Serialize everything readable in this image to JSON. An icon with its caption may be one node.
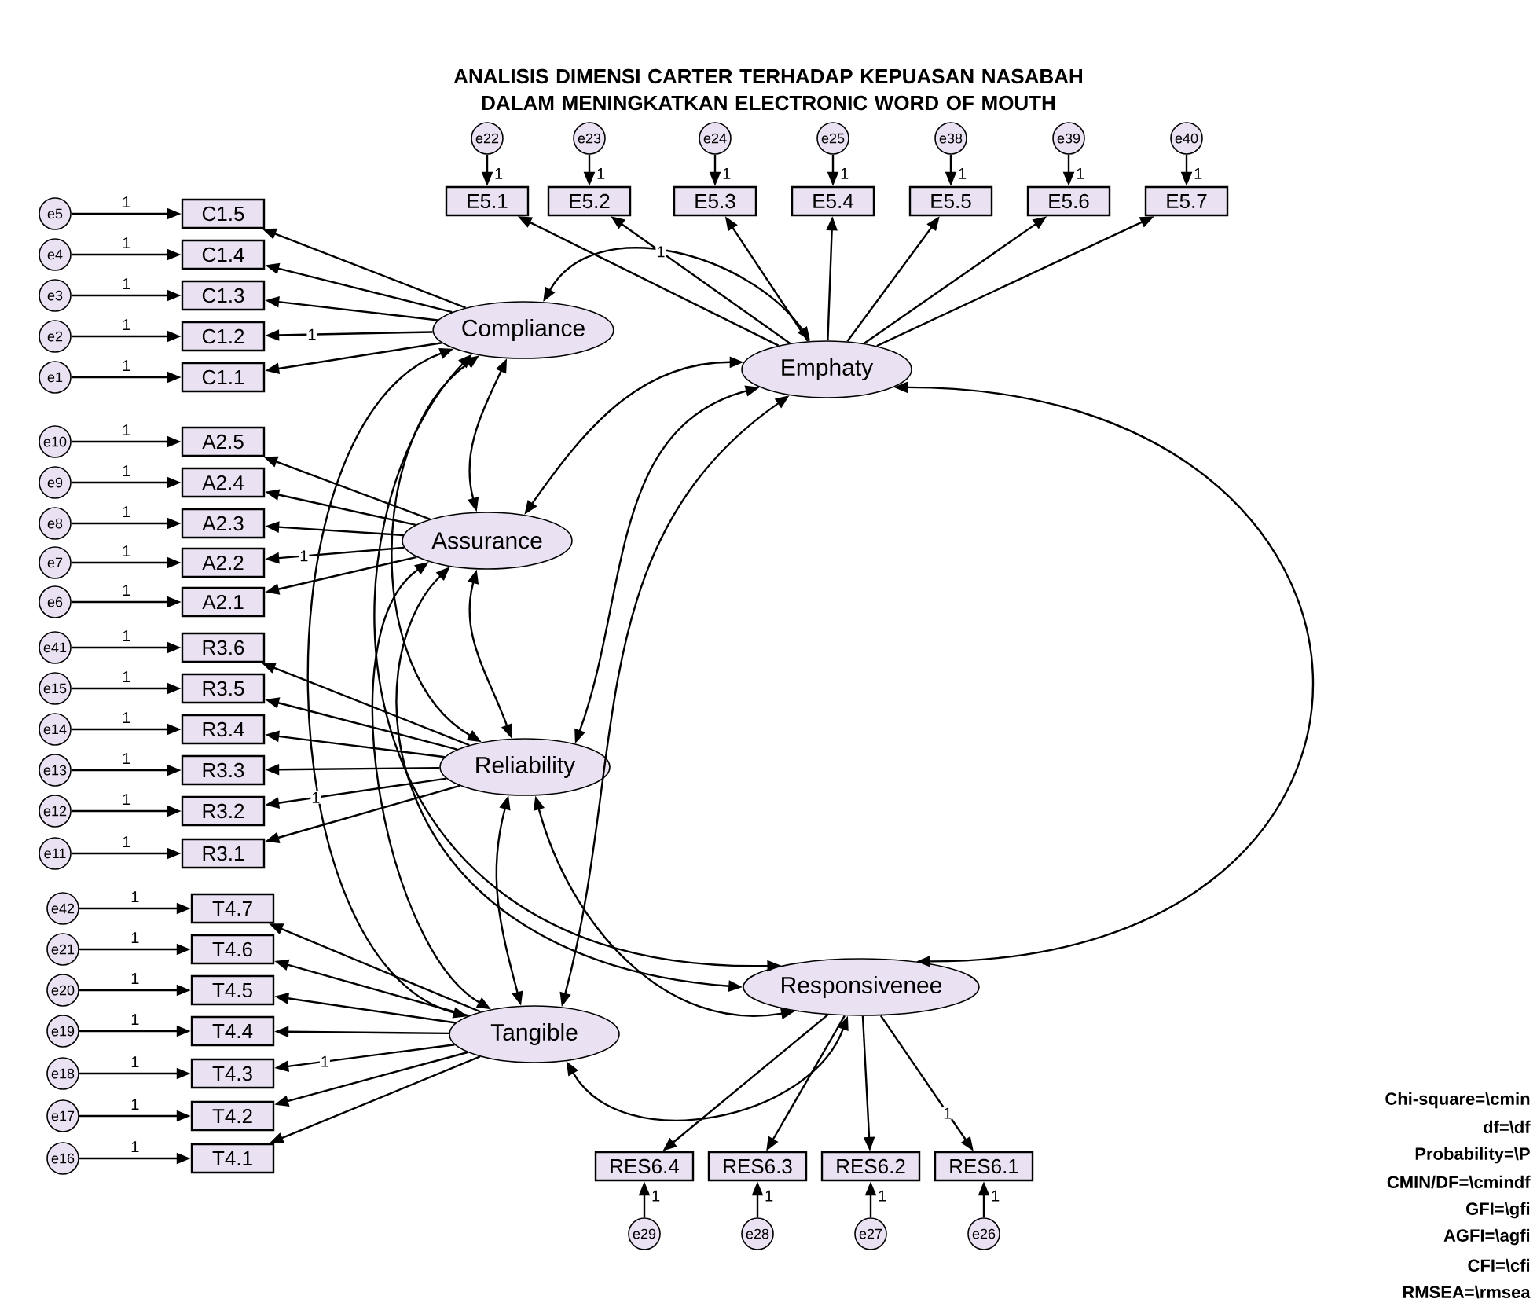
{
  "diagram": {
    "title": "ANALISIS DIMENSI CARTER TERHADAP KEPUASAN NASABAH DALAM MENINGKATKAN ELECTRONIC WORD OF MOUTH",
    "nodes": [
      {
        "text": [
          "e22"
        ]
      },
      {
        "text": [
          "e23"
        ]
      },
      {
        "text": [
          "e24"
        ]
      },
      {
        "text": [
          "e25"
        ]
      },
      {
        "text": [
          "e38"
        ]
      },
      {
        "text": [
          "e39"
        ]
      },
      {
        "text": [
          "e40"
        ]
      },
      {
        "text": [
          "E5.1"
        ]
      },
      {
        "text": [
          "E5.2"
        ]
      },
      {
        "text": [
          "E5.3"
        ]
      },
      {
        "text": [
          "E5.4"
        ]
      },
      {
        "text": [
          "E5.5"
        ]
      },
      {
        "text": [
          "E5.6"
        ]
      },
      {
        "text": [
          "E5.7"
        ]
      },
      {
        "text": [
          "e5"
        ]
      },
      {
        "text": [
          "e4"
        ]
      },
      {
        "text": [
          "e3"
        ]
      },
      {
        "text": [
          "e2"
        ]
      },
      {
        "text": [
          "e1"
        ]
      },
      {
        "text": [
          "C1.5"
        ]
      },
      {
        "text": [
          "C1.4"
        ]
      },
      {
        "text": [
          "C1.3"
        ]
      },
      {
        "text": [
          "C1.2"
        ]
      },
      {
        "text": [
          "C1.1"
        ]
      },
      {
        "text": [
          "Compliance"
        ]
      },
      {
        "text": [
          "Emphaty"
        ]
      },
      {
        "text": [
          "e10"
        ]
      },
      {
        "text": [
          "e9"
        ]
      },
      {
        "text": [
          "e8"
        ]
      },
      {
        "text": [
          "e7"
        ]
      },
      {
        "text": [
          "e6"
        ]
      },
      {
        "text": [
          "A2.5"
        ]
      },
      {
        "text": [
          "A2.4"
        ]
      },
      {
        "text": [
          "A2.3"
        ]
      },
      {
        "text": [
          "A2.2"
        ]
      },
      {
        "text": [
          "A2.1"
        ]
      },
      {
        "text": [
          "Assurance"
        ]
      },
      {
        "text": [
          "e41"
        ]
      },
      {
        "text": [
          "e15"
        ]
      },
      {
        "text": [
          "e14"
        ]
      },
      {
        "text": [
          "e13"
        ]
      },
      {
        "text": [
          "e12"
        ]
      },
      {
        "text": [
          "e11"
        ]
      },
      {
        "text": [
          "R3.6"
        ]
      },
      {
        "text": [
          "R3.5"
        ]
      },
      {
        "text": [
          "R3.4"
        ]
      },
      {
        "text": [
          "R3.3"
        ]
      },
      {
        "text": [
          "R3.2"
        ]
      },
      {
        "text": [
          "R3.1"
        ]
      },
      {
        "text": [
          "Reliability"
        ]
      },
      {
        "text": [
          "e42"
        ]
      },
      {
        "text": [
          "e21"
        ]
      },
      {
        "text": [
          "e20"
        ]
      },
      {
        "text": [
          "e19"
        ]
      },
      {
        "text": [
          "e18"
        ]
      },
      {
        "text": [
          "e17"
        ]
      },
      {
        "text": [
          "e16"
        ]
      },
      {
        "text": [
          "T4.7"
        ]
      },
      {
        "text": [
          "T4.6"
        ]
      },
      {
        "text": [
          "T4.5"
        ]
      },
      {
        "text": [
          "T4.4"
        ]
      },
      {
        "text": [
          "T4.3"
        ]
      },
      {
        "text": [
          "T4.2"
        ]
      },
      {
        "text": [
          "T4.1"
        ]
      },
      {
        "text": [
          "Tangible"
        ]
      },
      {
        "text": [
          "Responsivenee"
        ]
      },
      {
        "text": [
          "RES6.4"
        ]
      },
      {
        "text": [
          "RES6.3"
        ]
      },
      {
        "text": [
          "RES6.2"
        ]
      },
      {
        "text": [
          "RES6.1"
        ]
      },
      {
        "text": [
          "e29"
        ]
      },
      {
        "text": [
          "e28"
        ]
      },
      {
        "text": [
          "e27"
        ]
      },
      {
        "text": [
          "e26"
        ]
      }
    ],
    "edges": [
      {
        "from": 0,
        "to": 7,
        "arrow": "to",
        "label": "1"
      },
      {
        "from": 1,
        "to": 8,
        "arrow": "to",
        "label": "1"
      },
      {
        "from": 2,
        "to": 9,
        "arrow": "to",
        "label": "1"
      },
      {
        "from": 3,
        "to": 10,
        "arrow": "to",
        "label": "1"
      },
      {
        "from": 4,
        "to": 11,
        "arrow": "to",
        "label": "1"
      },
      {
        "from": 5,
        "to": 12,
        "arrow": "to",
        "label": "1"
      },
      {
        "from": 6,
        "to": 13,
        "arrow": "to",
        "label": "1"
      },
      {
        "from": 14,
        "to": 19,
        "arrow": "to",
        "label": "1"
      },
      {
        "from": 15,
        "to": 20,
        "arrow": "to",
        "label": "1"
      },
      {
        "from": 16,
        "to": 21,
        "arrow": "to",
        "label": "1"
      },
      {
        "from": 17,
        "to": 22,
        "arrow": "to",
        "label": "1"
      },
      {
        "from": 18,
        "to": 23,
        "arrow": "to",
        "label": "1"
      },
      {
        "from": 26,
        "to": 31,
        "arrow": "to",
        "label": "1"
      },
      {
        "from": 27,
        "to": 32,
        "arrow": "to",
        "label": "1"
      },
      {
        "from": 28,
        "to": 33,
        "arrow": "to",
        "label": "1"
      },
      {
        "from": 29,
        "to": 34,
        "arrow": "to",
        "label": "1"
      },
      {
        "from": 30,
        "to": 35,
        "arrow": "to",
        "label": "1"
      },
      {
        "from": 37,
        "to": 43,
        "arrow": "to",
        "label": "1"
      },
      {
        "from": 38,
        "to": 44,
        "arrow": "to",
        "label": "1"
      },
      {
        "from": 39,
        "to": 45,
        "arrow": "to",
        "label": "1"
      },
      {
        "from": 40,
        "to": 46,
        "arrow": "to",
        "label": "1"
      },
      {
        "from": 41,
        "to": 47,
        "arrow": "to",
        "label": "1"
      },
      {
        "from": 42,
        "to": 48,
        "arrow": "to",
        "label": "1"
      },
      {
        "from": 50,
        "to": 57,
        "arrow": "to",
        "label": "1"
      },
      {
        "from": 51,
        "to": 58,
        "arrow": "to",
        "label": "1"
      },
      {
        "from": 52,
        "to": 59,
        "arrow": "to",
        "label": "1"
      },
      {
        "from": 53,
        "to": 60,
        "arrow": "to",
        "label": "1"
      },
      {
        "from": 54,
        "to": 61,
        "arrow": "to",
        "label": "1"
      },
      {
        "from": 55,
        "to": 62,
        "arrow": "to",
        "label": "1"
      },
      {
        "from": 56,
        "to": 63,
        "arrow": "to",
        "label": "1"
      },
      {
        "from": 70,
        "to": 66,
        "arrow": "to",
        "label": "1"
      },
      {
        "from": 71,
        "to": 67,
        "arrow": "to",
        "label": "1"
      },
      {
        "from": 72,
        "to": 68,
        "arrow": "to",
        "label": "1"
      },
      {
        "from": 73,
        "to": 69,
        "arrow": "to",
        "label": "1"
      },
      {
        "from": 24,
        "to": 19,
        "arrow": "to"
      },
      {
        "from": 24,
        "to": 20,
        "arrow": "to"
      },
      {
        "from": 24,
        "to": 21,
        "arrow": "to"
      },
      {
        "from": 24,
        "to": 22,
        "arrow": "to",
        "label": "1"
      },
      {
        "from": 24,
        "to": 23,
        "arrow": "to"
      },
      {
        "from": 36,
        "to": 31,
        "arrow": "to"
      },
      {
        "from": 36,
        "to": 32,
        "arrow": "to"
      },
      {
        "from": 36,
        "to": 33,
        "arrow": "to"
      },
      {
        "from": 36,
        "to": 34,
        "arrow": "to",
        "label": "1"
      },
      {
        "from": 36,
        "to": 35,
        "arrow": "to"
      },
      {
        "from": 49,
        "to": 43,
        "arrow": "to"
      },
      {
        "from": 49,
        "to": 44,
        "arrow": "to"
      },
      {
        "from": 49,
        "to": 45,
        "arrow": "to"
      },
      {
        "from": 49,
        "to": 46,
        "arrow": "to"
      },
      {
        "from": 49,
        "to": 47,
        "arrow": "to",
        "label": "1"
      },
      {
        "from": 49,
        "to": 48,
        "arrow": "to"
      },
      {
        "from": 64,
        "to": 57,
        "arrow": "to"
      },
      {
        "from": 64,
        "to": 58,
        "arrow": "to"
      },
      {
        "from": 64,
        "to": 59,
        "arrow": "to"
      },
      {
        "from": 64,
        "to": 60,
        "arrow": "to"
      },
      {
        "from": 64,
        "to": 61,
        "arrow": "to",
        "label": "1"
      },
      {
        "from": 64,
        "to": 62,
        "arrow": "to"
      },
      {
        "from": 64,
        "to": 63,
        "arrow": "to"
      },
      {
        "from": 25,
        "to": 7,
        "arrow": "to"
      },
      {
        "from": 25,
        "to": 8,
        "arrow": "to",
        "label": "1"
      },
      {
        "from": 25,
        "to": 9,
        "arrow": "to"
      },
      {
        "from": 25,
        "to": 10,
        "arrow": "to"
      },
      {
        "from": 25,
        "to": 11,
        "arrow": "to"
      },
      {
        "from": 25,
        "to": 12,
        "arrow": "to"
      },
      {
        "from": 25,
        "to": 13,
        "arrow": "to"
      },
      {
        "from": 65,
        "to": 66,
        "arrow": "to"
      },
      {
        "from": 65,
        "to": 67,
        "arrow": "to"
      },
      {
        "from": 65,
        "to": 68,
        "arrow": "to"
      },
      {
        "from": 65,
        "to": 69,
        "arrow": "to",
        "label": "1"
      },
      {
        "from": 24,
        "to": 36,
        "arrow": "both"
      },
      {
        "from": 24,
        "to": 49,
        "arrow": "both"
      },
      {
        "from": 24,
        "to": 64,
        "arrow": "both"
      },
      {
        "from": 24,
        "to": 25,
        "arrow": "both"
      },
      {
        "from": 24,
        "to": 65,
        "arrow": "both"
      },
      {
        "from": 36,
        "to": 49,
        "arrow": "both"
      },
      {
        "from": 36,
        "to": 64,
        "arrow": "both"
      },
      {
        "from": 36,
        "to": 25,
        "arrow": "both"
      },
      {
        "from": 36,
        "to": 65,
        "arrow": "both"
      },
      {
        "from": 49,
        "to": 64,
        "arrow": "both"
      },
      {
        "from": 49,
        "to": 25,
        "arrow": "both"
      },
      {
        "from": 49,
        "to": 65,
        "arrow": "both"
      },
      {
        "from": 64,
        "to": 25,
        "arrow": "both"
      },
      {
        "from": 64,
        "to": 65,
        "arrow": "both"
      },
      {
        "from": 25,
        "to": 65,
        "arrow": "both"
      }
    ],
    "labels": [
      "Chi-square=\\cmin",
      "df=\\df",
      "Probability=\\P",
      "CMIN/DF=\\cmindf",
      "GFI=\\gfi",
      "AGFI=\\agfi",
      "CFI=\\cfi",
      "RMSEA=\\rmsea"
    ]
  }
}
